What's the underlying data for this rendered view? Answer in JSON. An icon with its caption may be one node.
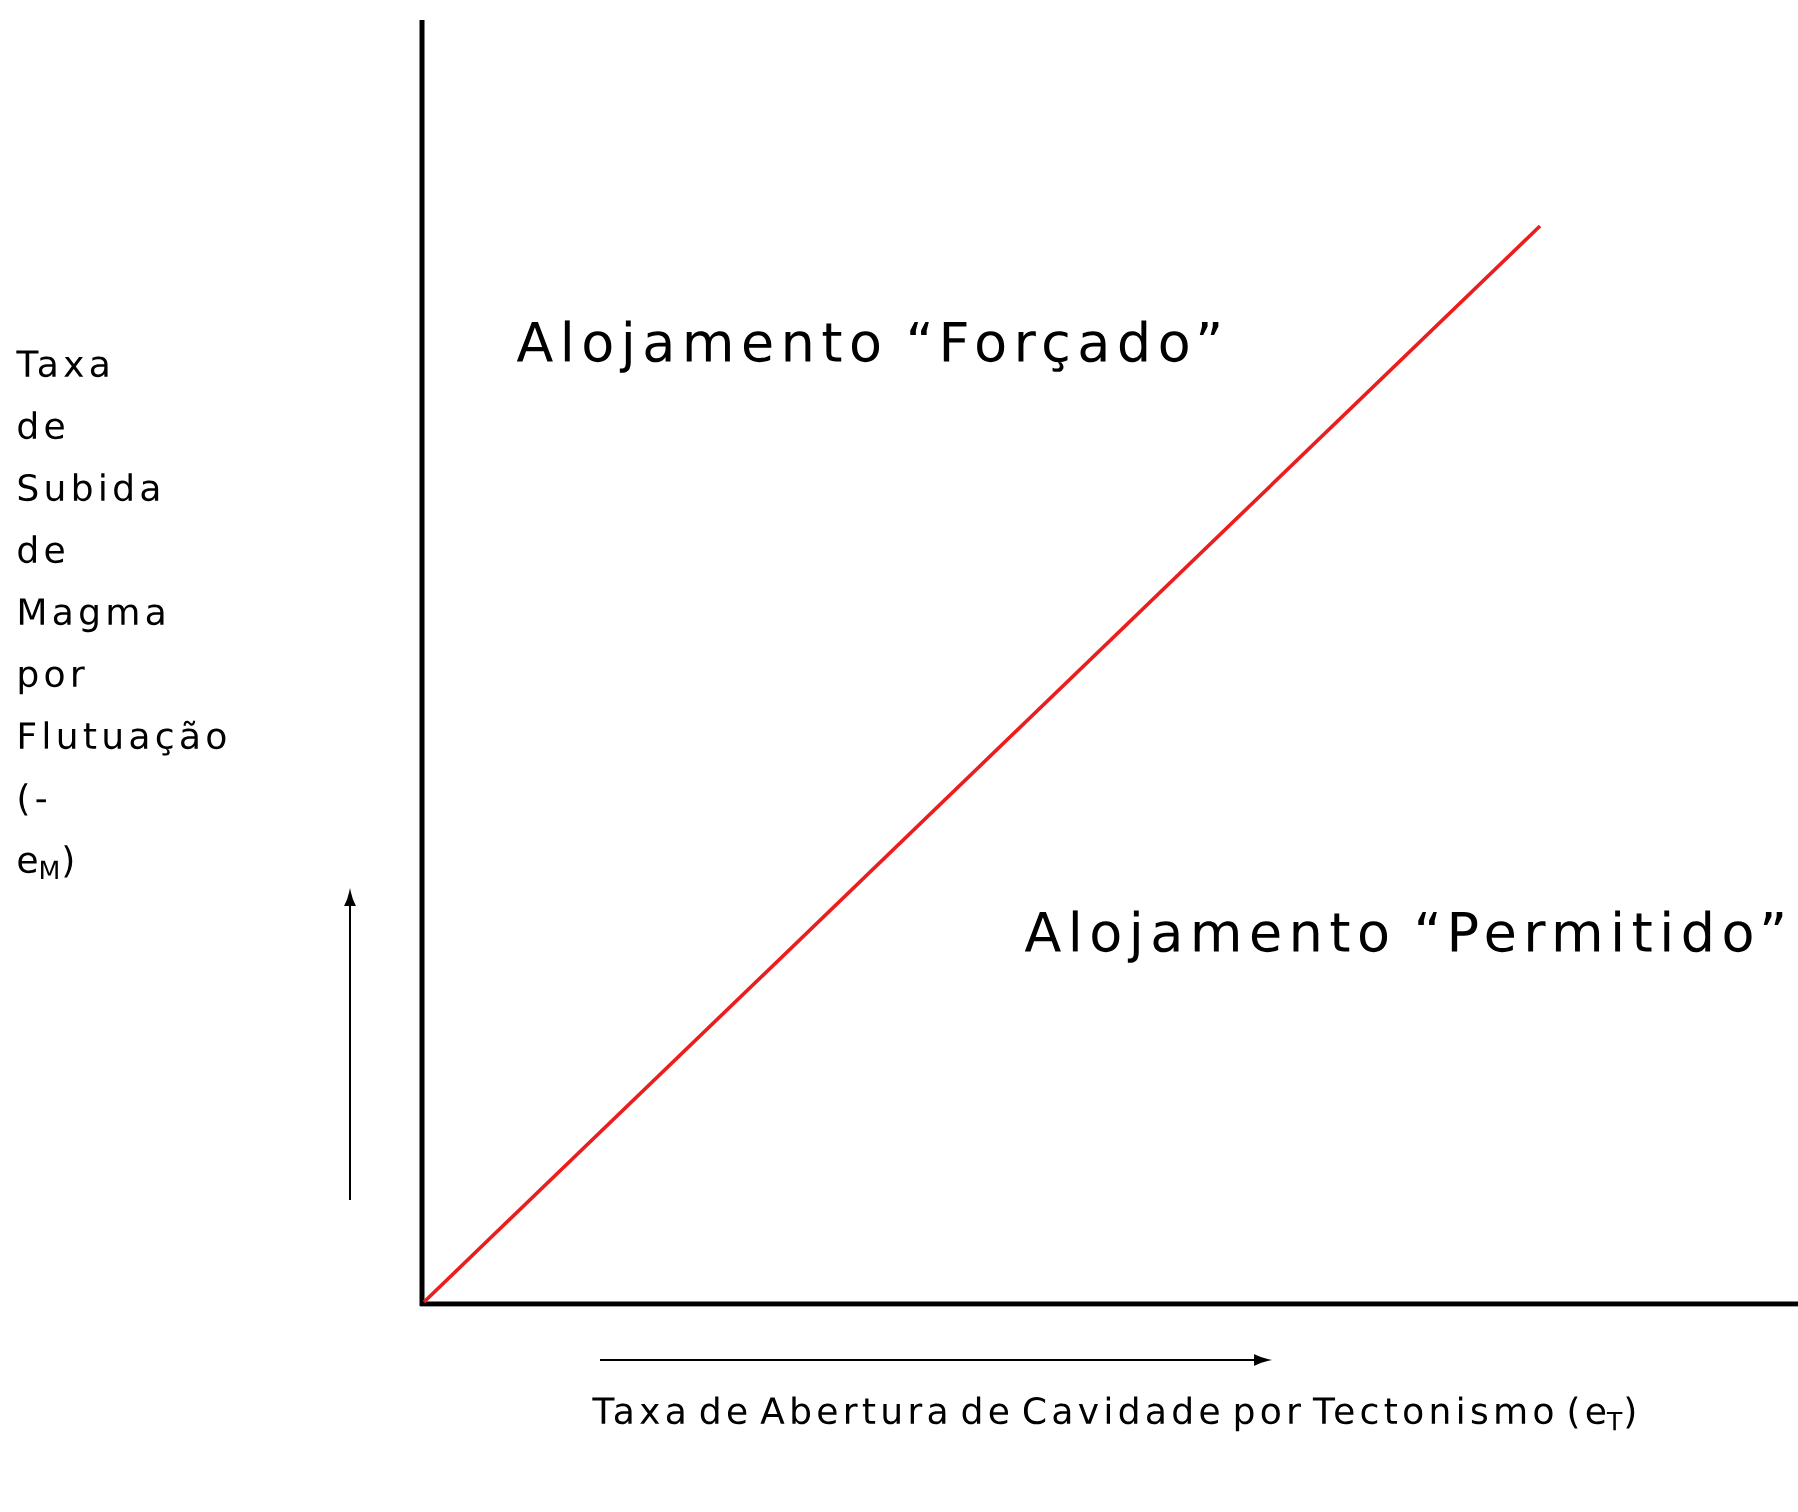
{
  "diagram": {
    "labels": [
      "Taxa de Subida de Magma por Flutuação (-e$_{M}$)",
      "Alojamento “Forçado”",
      "Alojamento “Permitido”",
      "Taxa de Abertura de Cavidade por Tectonismo (e$_{T}$)"
    ]
  }
}
